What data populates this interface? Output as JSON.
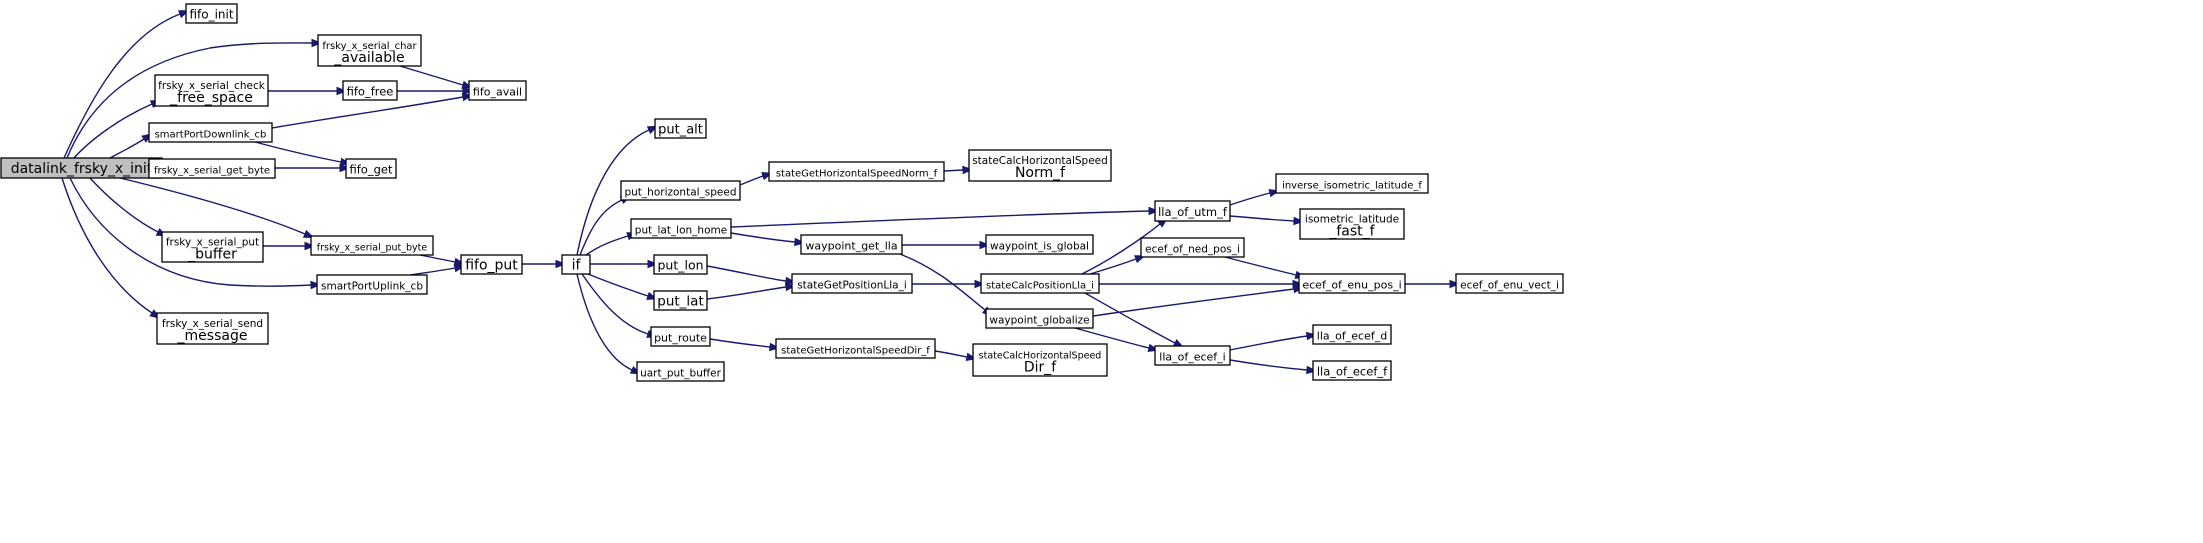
{
  "diagram": {
    "type": "call-graph",
    "edge_color": "#191970",
    "root_fill": "#bfbfbf",
    "node_fill": "#ffffff",
    "nodes": [
      {
        "id": "datalink_frsky_x_init",
        "lines": [
          "datalink_frsky_x_init"
        ],
        "root": true
      },
      {
        "id": "fifo_init",
        "lines": [
          "fifo_init"
        ]
      },
      {
        "id": "frsky_x_serial_char_available",
        "lines": [
          "frsky_x_serial_char",
          "_available"
        ]
      },
      {
        "id": "frsky_x_serial_check_free_space",
        "lines": [
          "frsky_x_serial_check",
          "_free_space"
        ]
      },
      {
        "id": "fifo_free",
        "lines": [
          "fifo_free"
        ]
      },
      {
        "id": "fifo_avail",
        "lines": [
          "fifo_avail"
        ]
      },
      {
        "id": "smartPortDownlink_cb",
        "lines": [
          "smartPortDownlink_cb"
        ]
      },
      {
        "id": "frsky_x_serial_get_byte",
        "lines": [
          "frsky_x_serial_get_byte"
        ]
      },
      {
        "id": "fifo_get",
        "lines": [
          "fifo_get"
        ]
      },
      {
        "id": "frsky_x_serial_put_buffer",
        "lines": [
          "frsky_x_serial_put",
          "_buffer"
        ]
      },
      {
        "id": "frsky_x_serial_put_byte",
        "lines": [
          "frsky_x_serial_put_byte"
        ]
      },
      {
        "id": "fifo_put",
        "lines": [
          "fifo_put"
        ]
      },
      {
        "id": "smartPortUplink_cb",
        "lines": [
          "smartPortUplink_cb"
        ]
      },
      {
        "id": "frsky_x_serial_send_message",
        "lines": [
          "frsky_x_serial_send",
          "_message"
        ]
      },
      {
        "id": "if",
        "lines": [
          "if"
        ]
      },
      {
        "id": "put_alt",
        "lines": [
          "put_alt"
        ]
      },
      {
        "id": "put_horizontal_speed",
        "lines": [
          "put_horizontal_speed"
        ]
      },
      {
        "id": "put_lat_lon_home",
        "lines": [
          "put_lat_lon_home"
        ]
      },
      {
        "id": "put_lon",
        "lines": [
          "put_lon"
        ]
      },
      {
        "id": "put_lat",
        "lines": [
          "put_lat"
        ]
      },
      {
        "id": "put_route",
        "lines": [
          "put_route"
        ]
      },
      {
        "id": "uart_put_buffer",
        "lines": [
          "uart_put_buffer"
        ]
      },
      {
        "id": "stateGetHorizontalSpeedNorm_f",
        "lines": [
          "stateGetHorizontalSpeedNorm_f"
        ]
      },
      {
        "id": "stateCalcHorizontalSpeedNorm_f",
        "lines": [
          "stateCalcHorizontalSpeed",
          "Norm_f"
        ]
      },
      {
        "id": "waypoint_get_lla",
        "lines": [
          "waypoint_get_lla"
        ]
      },
      {
        "id": "waypoint_is_global",
        "lines": [
          "waypoint_is_global"
        ]
      },
      {
        "id": "stateGetPositionLla_i",
        "lines": [
          "stateGetPositionLla_i"
        ]
      },
      {
        "id": "stateCalcPositionLla_i",
        "lines": [
          "stateCalcPositionLla_i"
        ]
      },
      {
        "id": "waypoint_globalize",
        "lines": [
          "waypoint_globalize"
        ]
      },
      {
        "id": "stateGetHorizontalSpeedDir_f",
        "lines": [
          "stateGetHorizontalSpeedDir_f"
        ]
      },
      {
        "id": "stateCalcHorizontalSpeedDir_f",
        "lines": [
          "stateCalcHorizontalSpeed",
          "Dir_f"
        ]
      },
      {
        "id": "lla_of_utm_f",
        "lines": [
          "lla_of_utm_f"
        ]
      },
      {
        "id": "inverse_isometric_latitude_f",
        "lines": [
          "inverse_isometric_latitude_f"
        ]
      },
      {
        "id": "isometric_latitude_fast_f",
        "lines": [
          "isometric_latitude",
          "_fast_f"
        ]
      },
      {
        "id": "ecef_of_ned_pos_i",
        "lines": [
          "ecef_of_ned_pos_i"
        ]
      },
      {
        "id": "ecef_of_enu_pos_i",
        "lines": [
          "ecef_of_enu_pos_i"
        ]
      },
      {
        "id": "ecef_of_enu_vect_i",
        "lines": [
          "ecef_of_enu_vect_i"
        ]
      },
      {
        "id": "lla_of_ecef_i",
        "lines": [
          "lla_of_ecef_i"
        ]
      },
      {
        "id": "lla_of_ecef_d",
        "lines": [
          "lla_of_ecef_d"
        ]
      },
      {
        "id": "lla_of_ecef_f",
        "lines": [
          "lla_of_ecef_f"
        ]
      }
    ],
    "edges": [
      [
        "datalink_frsky_x_init",
        "fifo_init"
      ],
      [
        "datalink_frsky_x_init",
        "frsky_x_serial_char_available"
      ],
      [
        "datalink_frsky_x_init",
        "frsky_x_serial_check_free_space"
      ],
      [
        "datalink_frsky_x_init",
        "smartPortDownlink_cb"
      ],
      [
        "datalink_frsky_x_init",
        "frsky_x_serial_get_byte"
      ],
      [
        "datalink_frsky_x_init",
        "frsky_x_serial_put_buffer"
      ],
      [
        "datalink_frsky_x_init",
        "frsky_x_serial_put_byte"
      ],
      [
        "datalink_frsky_x_init",
        "smartPortUplink_cb"
      ],
      [
        "datalink_frsky_x_init",
        "frsky_x_serial_send_message"
      ],
      [
        "frsky_x_serial_char_available",
        "fifo_avail"
      ],
      [
        "frsky_x_serial_check_free_space",
        "fifo_free"
      ],
      [
        "fifo_free",
        "fifo_avail"
      ],
      [
        "smartPortDownlink_cb",
        "fifo_avail"
      ],
      [
        "smartPortDownlink_cb",
        "fifo_get"
      ],
      [
        "frsky_x_serial_get_byte",
        "fifo_get"
      ],
      [
        "frsky_x_serial_put_buffer",
        "frsky_x_serial_put_byte"
      ],
      [
        "frsky_x_serial_put_byte",
        "fifo_put"
      ],
      [
        "smartPortUplink_cb",
        "fifo_put"
      ],
      [
        "fifo_put",
        "if"
      ],
      [
        "if",
        "put_alt"
      ],
      [
        "if",
        "put_horizontal_speed"
      ],
      [
        "if",
        "put_lat_lon_home"
      ],
      [
        "if",
        "put_lon"
      ],
      [
        "if",
        "put_lat"
      ],
      [
        "if",
        "put_route"
      ],
      [
        "if",
        "uart_put_buffer"
      ],
      [
        "put_horizontal_speed",
        "stateGetHorizontalSpeedNorm_f"
      ],
      [
        "stateGetHorizontalSpeedNorm_f",
        "stateCalcHorizontalSpeedNorm_f"
      ],
      [
        "put_lat_lon_home",
        "lla_of_utm_f"
      ],
      [
        "put_lat_lon_home",
        "waypoint_get_lla"
      ],
      [
        "waypoint_get_lla",
        "waypoint_is_global"
      ],
      [
        "waypoint_get_lla",
        "waypoint_globalize"
      ],
      [
        "put_lon",
        "stateGetPositionLla_i"
      ],
      [
        "put_lat",
        "stateGetPositionLla_i"
      ],
      [
        "stateGetPositionLla_i",
        "stateCalcPositionLla_i"
      ],
      [
        "put_route",
        "stateGetHorizontalSpeedDir_f"
      ],
      [
        "stateGetHorizontalSpeedDir_f",
        "stateCalcHorizontalSpeedDir_f"
      ],
      [
        "lla_of_utm_f",
        "inverse_isometric_latitude_f"
      ],
      [
        "lla_of_utm_f",
        "isometric_latitude_fast_f"
      ],
      [
        "stateCalcPositionLla_i",
        "lla_of_utm_f"
      ],
      [
        "stateCalcPositionLla_i",
        "ecef_of_ned_pos_i"
      ],
      [
        "stateCalcPositionLla_i",
        "ecef_of_enu_pos_i"
      ],
      [
        "stateCalcPositionLla_i",
        "lla_of_ecef_i"
      ],
      [
        "ecef_of_ned_pos_i",
        "ecef_of_enu_pos_i"
      ],
      [
        "waypoint_globalize",
        "ecef_of_enu_pos_i"
      ],
      [
        "waypoint_globalize",
        "lla_of_ecef_i"
      ],
      [
        "ecef_of_enu_pos_i",
        "ecef_of_enu_vect_i"
      ],
      [
        "lla_of_ecef_i",
        "lla_of_ecef_d"
      ],
      [
        "lla_of_ecef_i",
        "lla_of_ecef_f"
      ]
    ]
  }
}
